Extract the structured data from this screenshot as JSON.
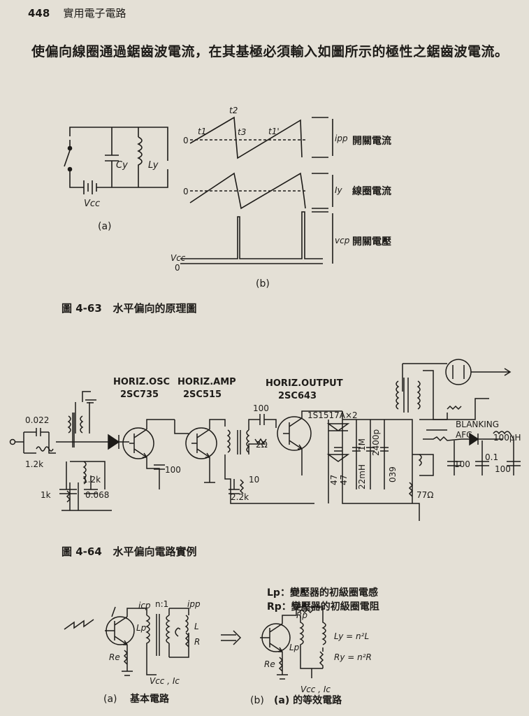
{
  "header": {
    "page_number": "448",
    "book_title": "實用電子電路"
  },
  "intro": {
    "text": "使偏向線圈通過鋸齒波電流，在其基極必須輸入如圖所示的極性之鋸齒波電流。"
  },
  "fig63": {
    "sub_a": "(a)",
    "sub_b": "(b)",
    "caption_num": "圖 4-63",
    "caption_text": "水平偏向的原理圖",
    "labels": {
      "cy": "Cy",
      "ly": "Ly",
      "vcc": "Vcc",
      "zero1": "0",
      "zero2": "0",
      "vcc_b": "Vcc",
      "zero3": "0",
      "t1": "t1",
      "t2": "t2",
      "t3": "t3",
      "t1p": "t1'",
      "ipp": "ipp",
      "iy": "Iy",
      "vcp": "vcp",
      "switch_current": "開關電流",
      "coil_current": "線圈電流",
      "switch_voltage": "開關電壓"
    }
  },
  "fig64": {
    "caption_num": "圖 4-64",
    "caption_text": "水平偏向電路實例",
    "stage1_title": "HORIZ.OSC",
    "stage1_part": "2SC735",
    "stage2_title": "HORIZ.AMP",
    "stage2_part": "2SC515",
    "stage3_title": "HORIZ.OUTPUT",
    "stage3_part": "2SC643",
    "diode": "1S1517A×2",
    "values": {
      "c0022": "0.022",
      "r12k_a": "1.2k",
      "r12k_b": "1.2k",
      "r1k": "1k",
      "c0068": "0.068",
      "c100_a": "100",
      "c100_b": "100",
      "r2ohm": "2Ω",
      "c10": "10",
      "r22k": "2.2k",
      "c47a": "47",
      "c47b": "47",
      "l22mh": "22mH",
      "r1m": "1M",
      "c2400p": "2400p",
      "c039": "039",
      "r77": "77Ω",
      "blanking": "BLANKING",
      "afc": "AFC",
      "l100uh": "100μH",
      "c01": "0.1",
      "c100_c": "100",
      "c100_d": "100"
    }
  },
  "fig65": {
    "legend_lp": "Lp：變壓器的初級圈電感",
    "legend_rp": "Rp：變壓器的初級圈電阻",
    "icp": "icp",
    "ratio": "n:1",
    "ipp": "ipp",
    "lp": "Lp",
    "re_a": "Re",
    "l_a": "L",
    "r_a": "R",
    "vcc_a": "Vcc , Ic",
    "rp_b": "Rp",
    "lp_b": "Lp",
    "re_b": "Re",
    "ly_b": "Ly = n²L",
    "ry_b": "Ry = n²R",
    "vcc_b": "Vcc , Ic",
    "sub_a": "(a)",
    "sub_a_text": "基本電路",
    "sub_b": "(b)",
    "sub_b_text": "(a) 的等效電路"
  }
}
